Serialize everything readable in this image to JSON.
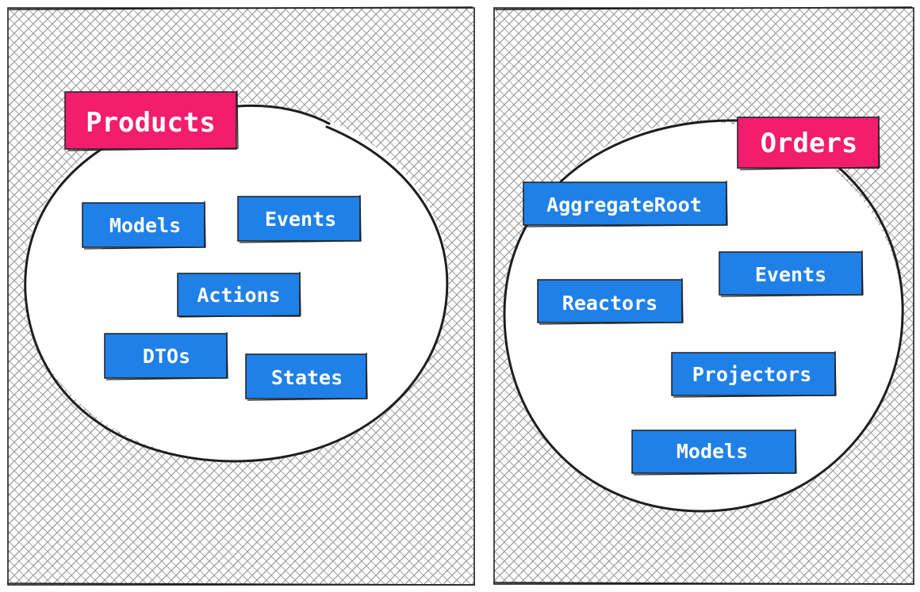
{
  "colors": {
    "module": "#1f80e8",
    "context": "#f21d6c",
    "hatch": "#8d8d8d",
    "outline": "#1e1e1e"
  },
  "contexts": [
    {
      "title": "Products",
      "modules": [
        "Models",
        "Events",
        "Actions",
        "DTOs",
        "States"
      ]
    },
    {
      "title": "Orders",
      "modules": [
        "AggregateRoot",
        "Events",
        "Reactors",
        "Projectors",
        "Models"
      ]
    }
  ]
}
